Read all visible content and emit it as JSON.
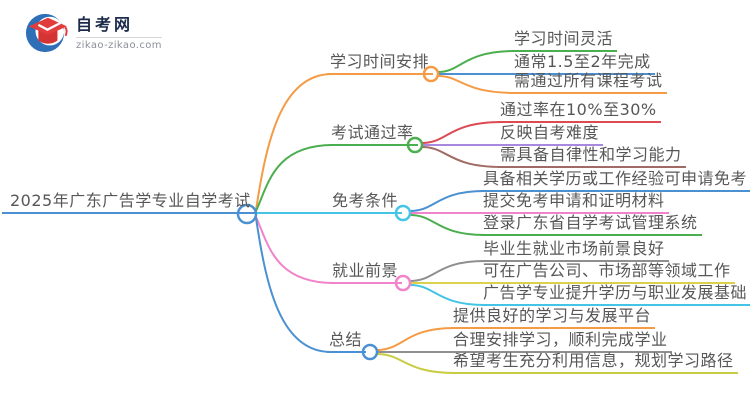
{
  "logo": {
    "name": "自考网",
    "domain": "zikao-zikao.com",
    "crescent_color": "#2E6FB7",
    "cap_color": "#E23C3C",
    "cap_base_color": "#D53434"
  },
  "root": {
    "label": "2025年广东广告学专业自学考试",
    "color": "#4A90D2"
  },
  "branches": [
    {
      "label": "学习时间安排",
      "color": "#F59B45",
      "children": [
        {
          "label": "学习时间灵活",
          "color": "#4BAE4F"
        },
        {
          "label": "通常1.5至2年完成",
          "color": "#4A90D2"
        },
        {
          "label": "需通过所有课程考试",
          "color": "#F59B45"
        }
      ]
    },
    {
      "label": "考试通过率",
      "color": "#4BAE4F",
      "children": [
        {
          "label": "通过率在10%至30%",
          "color": "#DD4A54"
        },
        {
          "label": "反映自考难度",
          "color": "#A989DD"
        },
        {
          "label": "需具备自律性和学习能力",
          "color": "#9F6B64"
        }
      ]
    },
    {
      "label": "免考条件",
      "color": "#45C5E5",
      "children": [
        {
          "label": "具备相关学历或工作经验可申请免考",
          "color": "#4A90D2"
        },
        {
          "label": "提交免考申请和证明材料",
          "color": "#F083C9"
        },
        {
          "label": "登录广东省自学考试管理系统",
          "color": "#4BAE4F"
        }
      ]
    },
    {
      "label": "就业前景",
      "color": "#F083C9",
      "children": [
        {
          "label": "毕业生就业市场前景良好",
          "color": "#8F8F8F"
        },
        {
          "label": "可在广告公司、市场部等领域工作",
          "color": "#DCD14A"
        },
        {
          "label": "广告学专业提升学历与职业发展基础",
          "color": "#45C5E5"
        }
      ]
    },
    {
      "label": "总结",
      "color": "#4A90D2",
      "children": [
        {
          "label": "提供良好的学习与发展平台",
          "color": "#F59B45"
        },
        {
          "label": "合理安排学习，顺利完成学业",
          "color": "#8F8F8F"
        },
        {
          "label": "希望考生充分利用信息，规划学习路径",
          "color": "#C9CC43"
        }
      ]
    }
  ]
}
